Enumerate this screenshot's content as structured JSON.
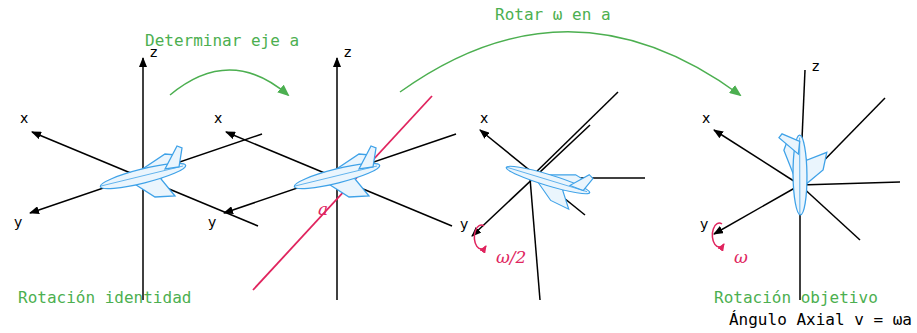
{
  "diagram": {
    "labels": [
      "Determinar eje a",
      "Rotar ω en a",
      "z",
      "x",
      "y",
      "z",
      "x",
      "y",
      "a",
      "x",
      "y",
      "ω/2",
      "z",
      "x",
      "y",
      "ω",
      "Rotación identidad",
      "Rotación objetivo",
      "Ángulo Axial v = ωa"
    ]
  }
}
